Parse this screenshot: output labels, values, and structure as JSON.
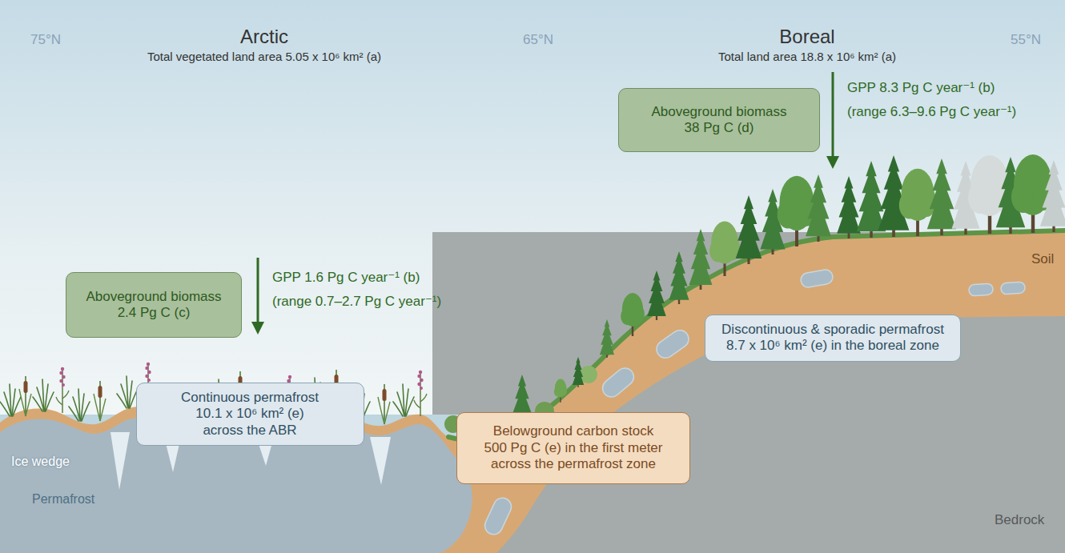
{
  "diagram": {
    "nodes": [
      {
        "text": [
          "Aboveground biomass 38 Pg C (d)"
        ]
      },
      {
        "text": [
          "Aboveground biomass 2.4 Pg C (c)"
        ]
      },
      {
        "text": [
          "Discontinuous & sporadic permafrost 8.7 x 10⁶ km² (e) in the boreal zone"
        ]
      },
      {
        "text": [
          "Continuous permafrost 10.1 x 10⁶ km² (e) across the ABR"
        ]
      },
      {
        "text": [
          "Belowground carbon stock 500 Pg C (e) in the first meter across the permafrost zone"
        ]
      }
    ],
    "labels": [
      "75°N",
      "Arctic",
      "Total vegetated land area 5.05 x 10⁶ km² (a)",
      "65°N",
      "Boreal",
      "Total land area 18.8 x 10⁶ km² (a)",
      "55°N",
      "GPP 8.3 Pg C year⁻¹ (b)",
      "(range 6.3–9.6 Pg C year⁻¹)",
      "GPP 1.6 Pg C year⁻¹ (b)",
      "(range 0.7–2.7 Pg C year⁻¹)",
      "Soil",
      "Ice wedge",
      "Permafrost",
      "Bedrock"
    ]
  }
}
